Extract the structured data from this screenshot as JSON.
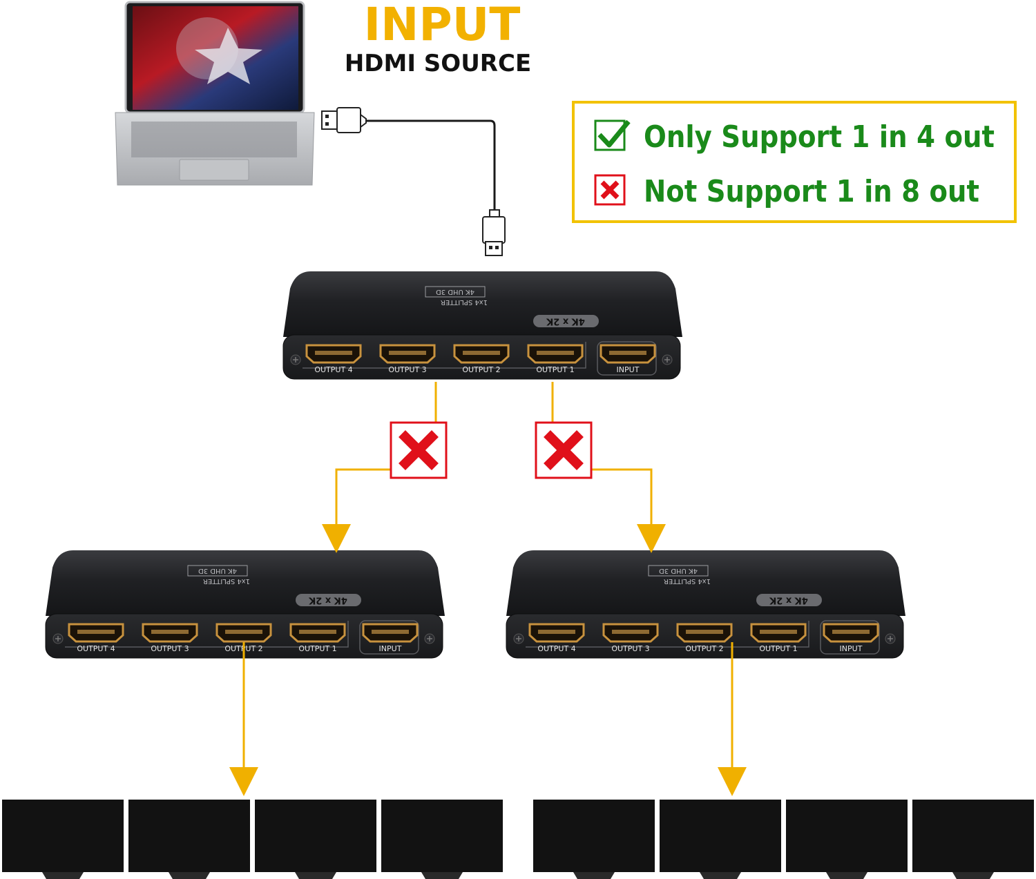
{
  "colors": {
    "accent_orange": "#f2b100",
    "legend_green": "#1a8a1a",
    "legend_border": "#f2c200",
    "cross_red": "#e0101a",
    "device_body": "#1e1f22",
    "port_gold": "#c8923e",
    "cable_orange": "#f0b000",
    "monitor": "#121212"
  },
  "header": {
    "title": "INPUT",
    "subtitle": "HDMI SOURCE"
  },
  "legend": {
    "supported": {
      "icon": "check-icon",
      "text": "Only Support 1 in 4 out"
    },
    "unsupported": {
      "icon": "cross-icon",
      "text": "Not Support 1 in 8 out"
    }
  },
  "splitter": {
    "model": "1x4 SPLITTER",
    "badge": "4K UHD 3D",
    "resolution": "4K x 2K",
    "ports": [
      "OUTPUT 4",
      "OUTPUT 3",
      "OUTPUT 2",
      "OUTPUT 1",
      "INPUT"
    ]
  },
  "source": {
    "icon": "laptop-icon",
    "cable_icon": "usb-plug-icon"
  },
  "cascade_marks": [
    "cross-icon",
    "cross-icon"
  ],
  "monitor_groups": [
    4,
    4
  ]
}
